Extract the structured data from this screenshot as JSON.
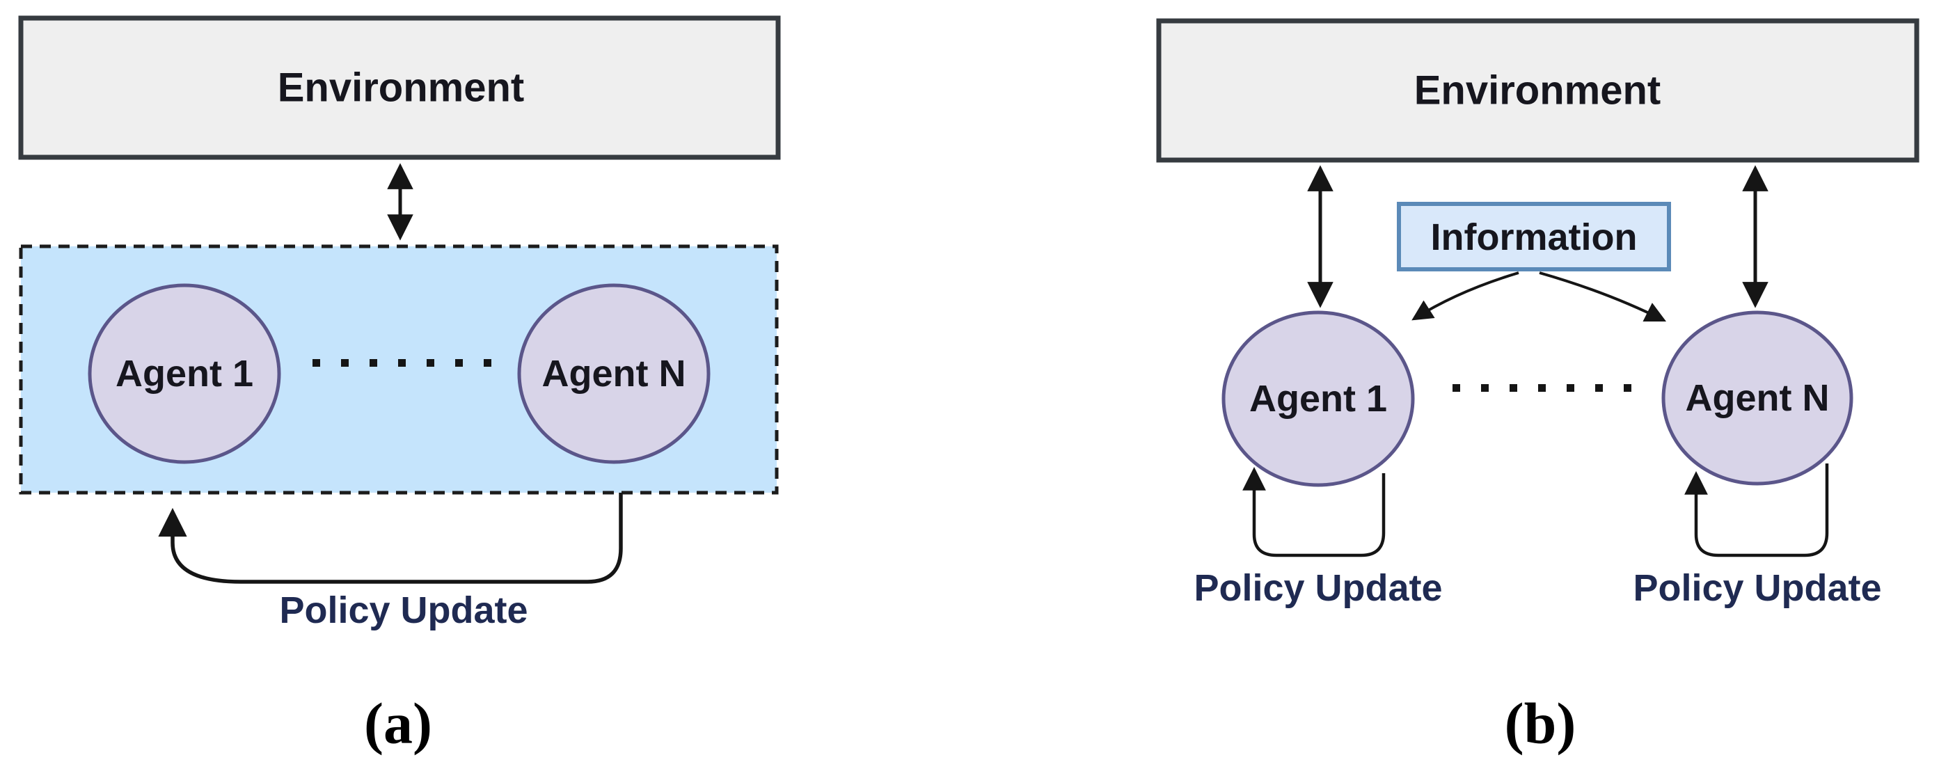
{
  "figure": {
    "panel_a": {
      "caption": "(a)",
      "environment_label": "Environment",
      "agent_1_label": "Agent 1",
      "agent_n_label": "Agent N",
      "policy_update_label": "Policy Update"
    },
    "panel_b": {
      "caption": "(b)",
      "environment_label": "Environment",
      "information_label": "Information",
      "agent_1_label": "Agent 1",
      "agent_n_label": "Agent N",
      "policy_update_left_label": "Policy Update",
      "policy_update_right_label": "Policy Update"
    }
  },
  "colors": {
    "background": "#ffffff",
    "environment_fill": "#efefef",
    "environment_border": "#363b40",
    "joint_box_fill": "#c5e4fc",
    "joint_box_border": "#1c1c1c",
    "agent_fill": "#d8d4e8",
    "agent_border": "#5b568a",
    "information_fill": "#d9e8fa",
    "information_border": "#5b8ab8",
    "arrow": "#151515",
    "label_text": "#16161e",
    "policy_text": "#1f2a52",
    "caption_text": "#000000"
  }
}
